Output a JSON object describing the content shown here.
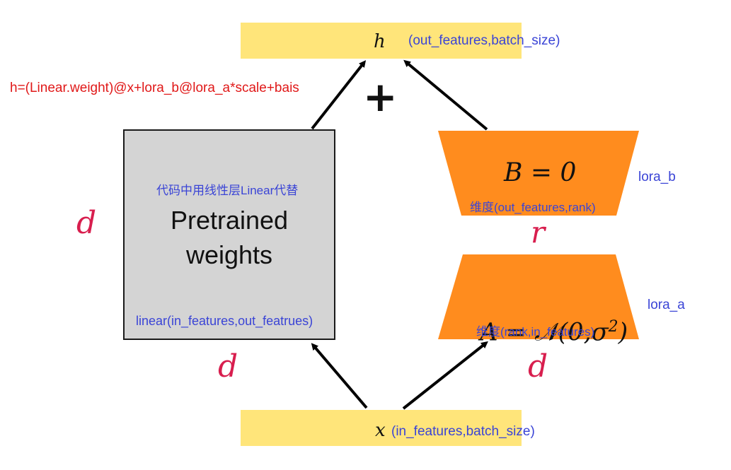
{
  "output": {
    "symbol": "h",
    "shape_label": "(out_features,batch_size)"
  },
  "input": {
    "symbol": "x",
    "shape_label": "(in_features,batch_size)"
  },
  "formula": "h=(Linear.weight)@x+lora_b@lora_a*scale+bais",
  "plus_sign": "+",
  "pretrained": {
    "note": "代码中用线性层Linear代替",
    "title_line1": "Pretrained",
    "title_line2": "weights",
    "linear_label": "linear(in_features,out_featrues)"
  },
  "lora_b": {
    "equation": "B = 0",
    "dim_label": "维度(out_features,rank)",
    "name": "lora_b"
  },
  "lora_a": {
    "equation_prefix": "A = ",
    "equation_N": "𝒩",
    "equation_args": "(0,σ",
    "equation_exp": "2",
    "equation_close": ")",
    "dim_label": "维度(rank,in_features)",
    "name": "lora_a"
  },
  "dims": {
    "d_left": "d",
    "d_bottom_left": "d",
    "d_bottom_right": "d",
    "r_middle": "r"
  },
  "colors": {
    "bar_yellow": "#FFE57A",
    "lora_orange": "#FF8C1E",
    "pretrained_gray": "#D4D4D4",
    "label_blue": "#3A44D6",
    "formula_red": "#E01818",
    "dim_crimson": "#D81E4E"
  }
}
